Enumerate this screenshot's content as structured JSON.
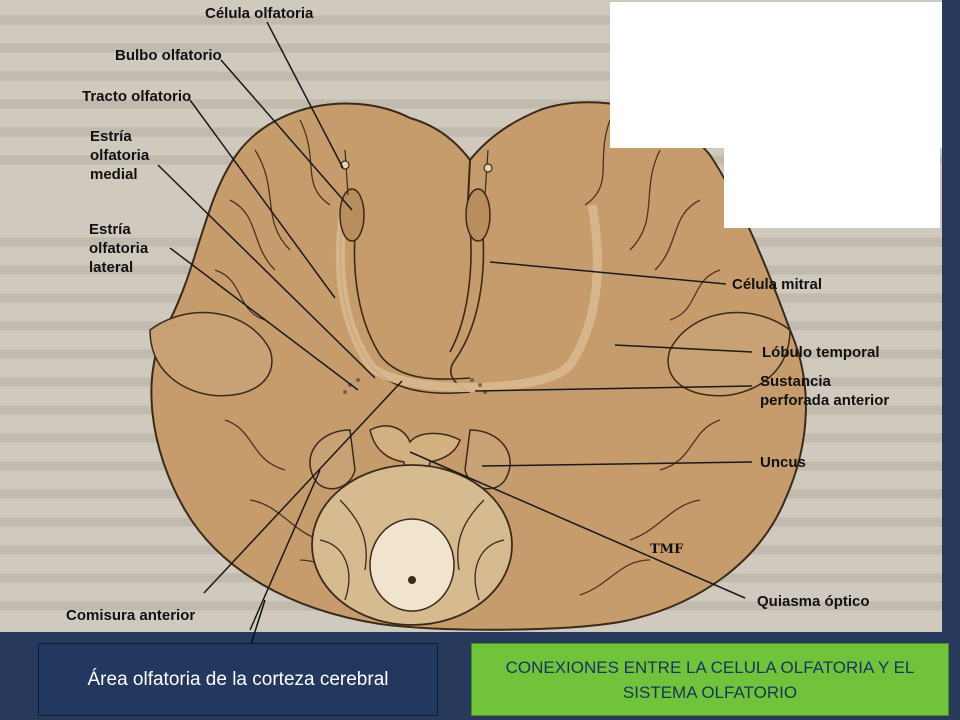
{
  "labels": {
    "celula_olfatoria": "Célula olfatoria",
    "bulbo_olfatorio": "Bulbo olfatorio",
    "tracto_olfatorio": "Tracto olfatorio",
    "estria_medial": "Estría\nolfatoria\nmedial",
    "estria_lateral": "Estría\nolfatoria\nlateral",
    "celula_mitral": "Célula mitral",
    "lobulo_temporal": "Lóbulo temporal",
    "sustancia_perforada": "Sustancia\nperforada anterior",
    "uncus": "Uncus",
    "comisura_anterior": "Comisura anterior",
    "quiasma_optico": "Quiasma óptico",
    "signature": "TMF"
  },
  "captions": {
    "left": "Área olfatoria  de la corteza cerebral",
    "right": "CONEXIONES ENTRE LA CELULA OLFATORIA Y EL SISTEMA OLFATORIO"
  },
  "colors": {
    "background": "#283a5c",
    "brain": "#c69c6d",
    "left_box": "#23385f",
    "right_box": "#72c33c",
    "right_text": "#14365a"
  }
}
